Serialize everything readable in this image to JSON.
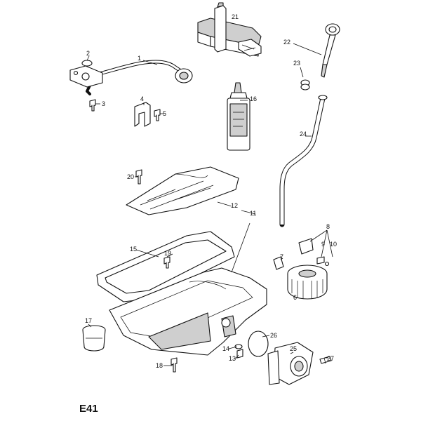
{
  "diagram_code": "E41",
  "parts": [
    {
      "num": "1"
    },
    {
      "num": "2"
    },
    {
      "num": "3"
    },
    {
      "num": "4"
    },
    {
      "num": "5"
    },
    {
      "num": "6"
    },
    {
      "num": "7"
    },
    {
      "num": "8"
    },
    {
      "num": "9"
    },
    {
      "num": "10"
    },
    {
      "num": "11"
    },
    {
      "num": "12"
    },
    {
      "num": "13"
    },
    {
      "num": "14"
    },
    {
      "num": "15"
    },
    {
      "num": "16"
    },
    {
      "num": "17"
    },
    {
      "num": "18"
    },
    {
      "num": "19"
    },
    {
      "num": "20"
    },
    {
      "num": "21"
    },
    {
      "num": "22"
    },
    {
      "num": "23"
    },
    {
      "num": "24"
    },
    {
      "num": "25"
    },
    {
      "num": "26"
    },
    {
      "num": "27"
    }
  ]
}
